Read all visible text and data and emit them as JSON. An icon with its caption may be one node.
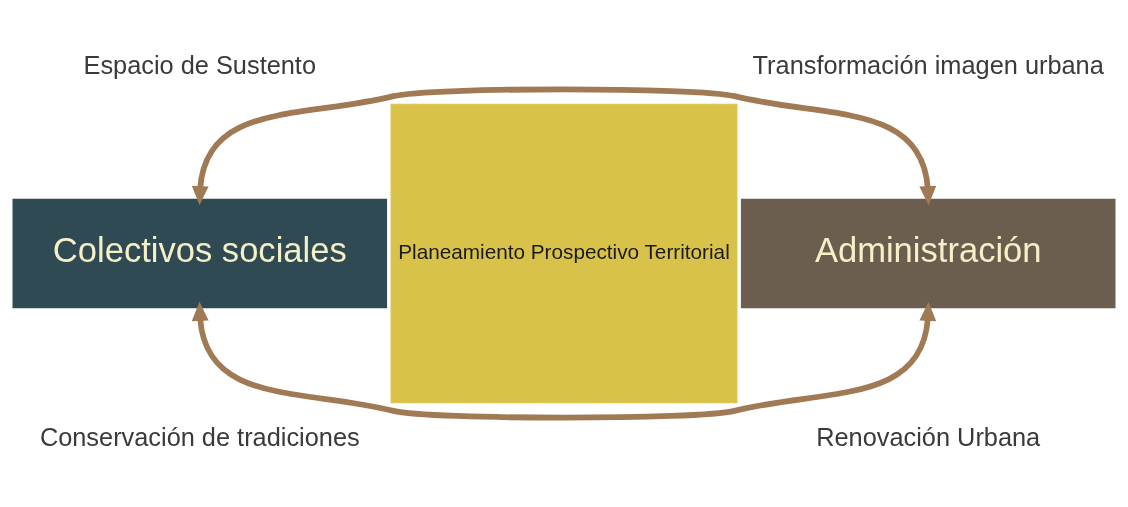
{
  "diagram": {
    "nodes": [
      {
        "text": [
          "Colectivos sociales"
        ]
      },
      {
        "text": [
          "Administración"
        ]
      },
      {
        "text": [
          "Planeamiento Prospectivo Territorial"
        ]
      }
    ],
    "edges": [
      {
        "from": 0,
        "to": 1,
        "arrow": "both"
      },
      {
        "from": 0,
        "to": 1,
        "arrow": "both"
      }
    ],
    "labels": [
      "Espacio de Sustento",
      "Transformación imagen urbana",
      "Conservación de tradiciones",
      "Renovación Urbana"
    ]
  }
}
